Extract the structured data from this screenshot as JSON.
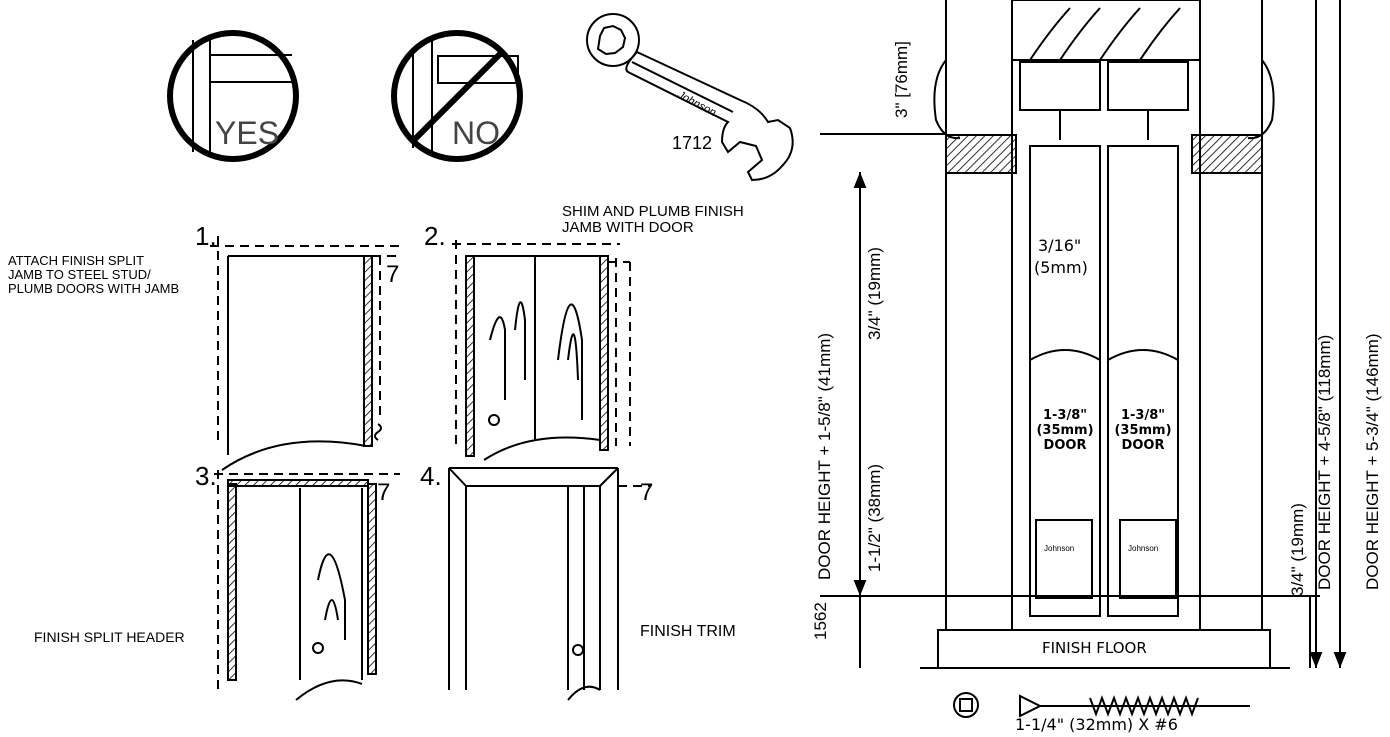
{
  "badges": {
    "yes": "YES",
    "no": "NO"
  },
  "tool": {
    "brand": "Johnson",
    "part_number": "1712"
  },
  "steps": [
    {
      "number": "1.",
      "caption_lines": [
        "ATTACH FINISH SPLIT",
        "JAMB TO STEEL STUD/",
        "PLUMB DOORS WITH JAMB"
      ],
      "marker": "7"
    },
    {
      "number": "2.",
      "caption_lines": [
        "SHIM AND PLUMB FINISH",
        "JAMB WITH DOOR"
      ]
    },
    {
      "number": "3.",
      "caption_lines": [
        "FINISH SPLIT HEADER"
      ],
      "marker": "7"
    },
    {
      "number": "4.",
      "caption_lines": [
        "FINISH TRIM"
      ],
      "marker": "7"
    }
  ],
  "section": {
    "dim_top_gap": "3\" [76mm]",
    "dim_header": "3/4\" (19mm)",
    "dim_opening": "DOOR HEIGHT + 1-5/8\" (41mm)",
    "dim_lower": "1-1/2\" (38mm)",
    "dim_gap_a": "3/16\"",
    "dim_gap_b": "(5mm)",
    "door_left": [
      "1-3/8\"",
      "(35mm)",
      "DOOR"
    ],
    "door_right": [
      "1-3/8\"",
      "(35mm)",
      "DOOR"
    ],
    "guide_brand": "Johnson",
    "finish_floor": "FINISH FLOOR",
    "bottom_number": "1562",
    "dim_floor": "3/4\" (19mm)",
    "dim_height_a": "DOOR HEIGHT + 4-5/8\" (118mm)",
    "dim_height_b": "DOOR HEIGHT + 5-3/4\" (146mm)",
    "screw_label": "1-1/4\" (32mm) X #6"
  }
}
